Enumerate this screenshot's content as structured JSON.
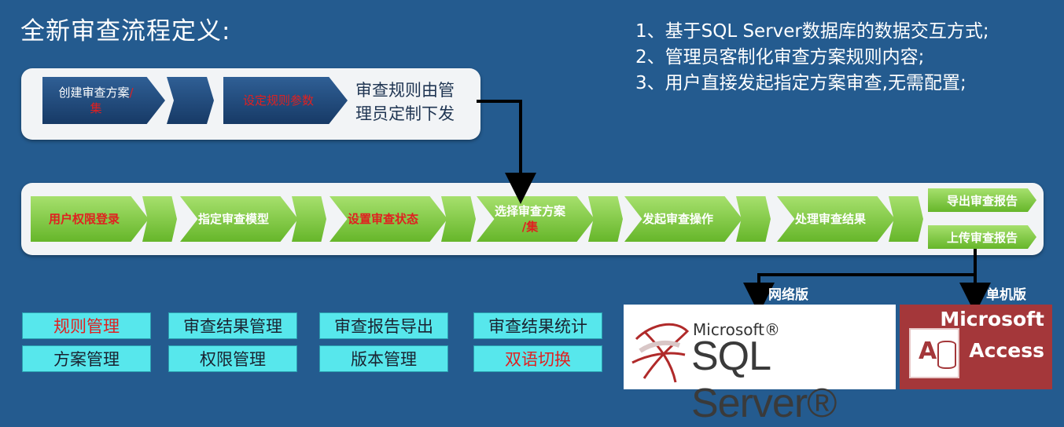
{
  "title": "全新审查流程定义:",
  "notes": [
    "1、基于SQL Server数据库的数据交互方式;",
    "2、管理员客制化审查方案规则内容;",
    "3、用户直接发起指定方案审查,无需配置;"
  ],
  "admin_flow": {
    "step1_a": "创建审查方案",
    "step1_slash": "/",
    "step1_b": "集",
    "step2": "设定规则参数",
    "description_line1": "审查规则由管",
    "description_line2": "理员定制下发"
  },
  "user_flow": [
    {
      "label": "用户权限登录",
      "color": "#e02020"
    },
    {
      "label": "指定审查模型",
      "color": "#ffffff"
    },
    {
      "label": "设置审查状态",
      "color": "#e02020"
    },
    {
      "label": "选择审查方案",
      "label2": "/集",
      "color": "#ffffff",
      "color2": "#e02020"
    },
    {
      "label": "发起审查操作",
      "color": "#ffffff"
    },
    {
      "label": "处理审查结果",
      "color": "#ffffff"
    }
  ],
  "outputs": {
    "export": "导出审查报告",
    "upload": "上传审查报告"
  },
  "modules": [
    {
      "label": "规则管理",
      "red": true
    },
    {
      "label": "审查结果管理",
      "red": false
    },
    {
      "label": "审查报告导出",
      "red": false
    },
    {
      "label": "审查结果统计",
      "red": false
    },
    {
      "label": "方案管理",
      "red": false
    },
    {
      "label": "权限管理",
      "red": false
    },
    {
      "label": "版本管理",
      "red": false
    },
    {
      "label": "双语切换",
      "red": true
    }
  ],
  "editions": {
    "network": "网络版",
    "standalone": "单机版"
  },
  "logos": {
    "sql_microsoft": "Microsoft®",
    "sql_server": "SQL Server®",
    "access_microsoft": "Microsoft",
    "access_name": "Access",
    "access_letter": "A"
  },
  "colors": {
    "background": "#245b8f",
    "module_fill": "#57e7ec",
    "accent_red": "#e02020",
    "step_green": "#7cc63e",
    "step_navy": "#1f4a7c"
  }
}
